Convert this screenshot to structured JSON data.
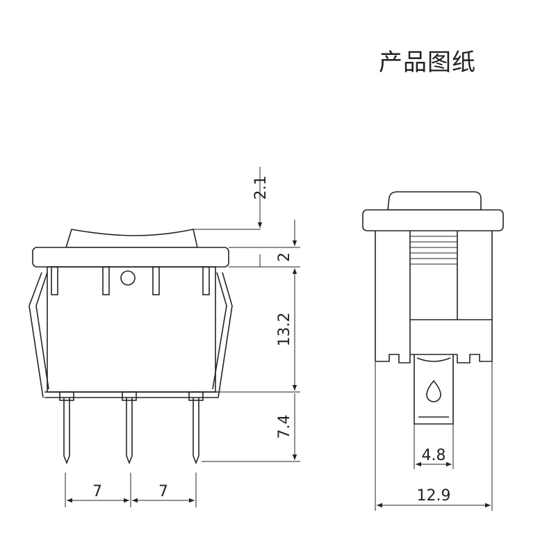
{
  "title": "产品图纸",
  "dimensions": {
    "actuator_height": "2.1",
    "flange_thickness": "2",
    "body_height": "13.2",
    "pin_length": "7.4",
    "pin_pitch_left": "7",
    "pin_pitch_right": "7",
    "terminal_width": "4.8",
    "body_width": "12.9"
  }
}
